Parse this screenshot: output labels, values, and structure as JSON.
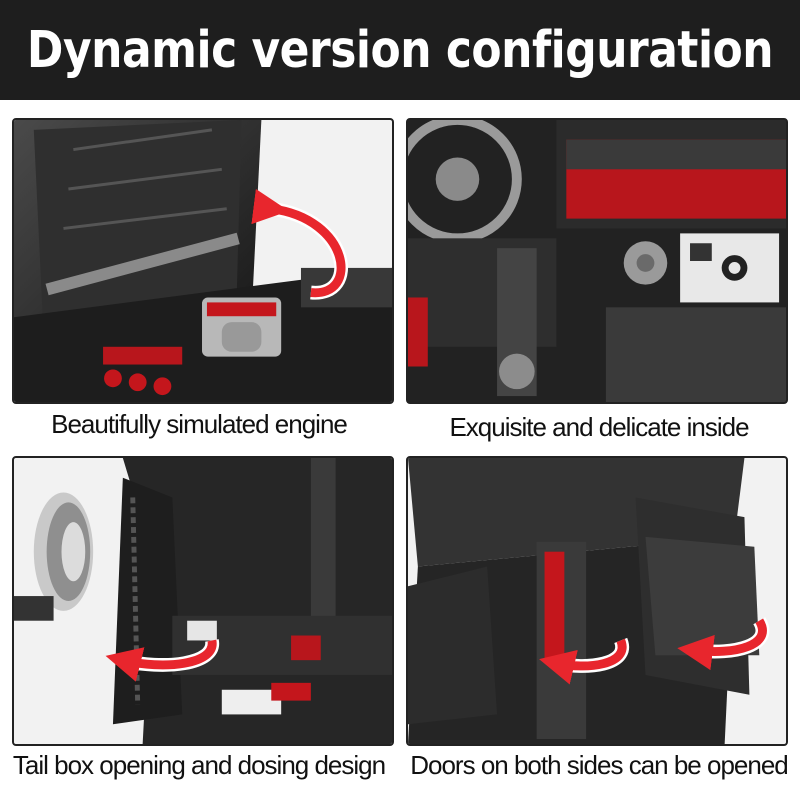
{
  "header": {
    "title": "Dynamic version configuration"
  },
  "panels": [
    {
      "caption": "Beautifully simulated engine"
    },
    {
      "caption": "Exquisite and delicate inside"
    },
    {
      "caption": "Tail box opening and dosing design"
    },
    {
      "caption": "Doors on both sides can be opened"
    }
  ],
  "colors": {
    "banner": "#1e1e1e",
    "arrow": "#e8262d",
    "brick_dark": "#2b2b2b",
    "brick_red": "#b8161c"
  }
}
